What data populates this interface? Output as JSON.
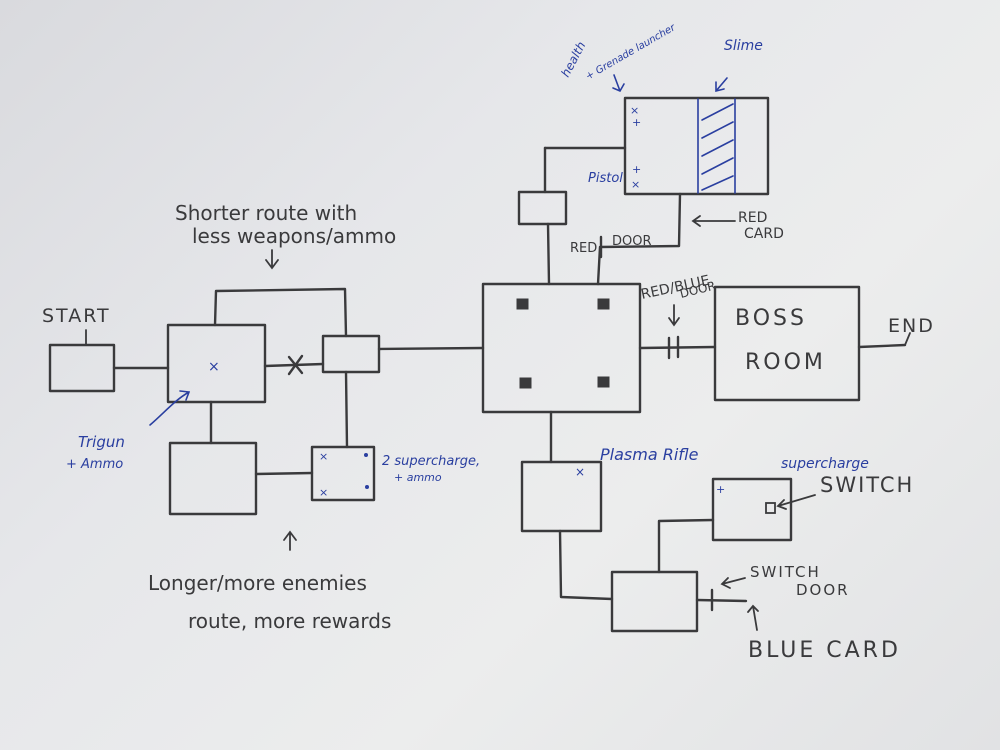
{
  "labels": {
    "start": "START",
    "end": "END",
    "boss_line1": "BOSS",
    "boss_line2": "ROOM",
    "shorter_line1": "Shorter route with",
    "shorter_line2": "less weapons/ammo",
    "longer_line1": "Longer/more enemies",
    "longer_line2": "route, more rewards",
    "trigun_line1": "Trigun",
    "trigun_line2": "+ Ammo",
    "supercharge_line1": "2 supercharge,",
    "supercharge_line2": "+ ammo",
    "health_line1": "health",
    "health_line2": "+ Grenade launcher",
    "slime": "Slime",
    "pistol": "Pistol",
    "red_card_line1": "RED",
    "red_card_line2": "CARD",
    "red_door_line1": "RED",
    "red_door_line2": "DOOR",
    "red_blue_door_line1": "RED/BLUE",
    "red_blue_door_line2": "DOOR",
    "plasma_rifle": "Plasma Rifle",
    "supercharge_single": "supercharge",
    "switch": "SWITCH",
    "switch_door_line1": "SWITCH",
    "switch_door_line2": "DOOR",
    "blue_card": "BLUE CARD"
  },
  "colors": {
    "pencil": "#3a3a3c",
    "blue_ink": "#2a3fa0",
    "paper": "#e6e7ea"
  }
}
